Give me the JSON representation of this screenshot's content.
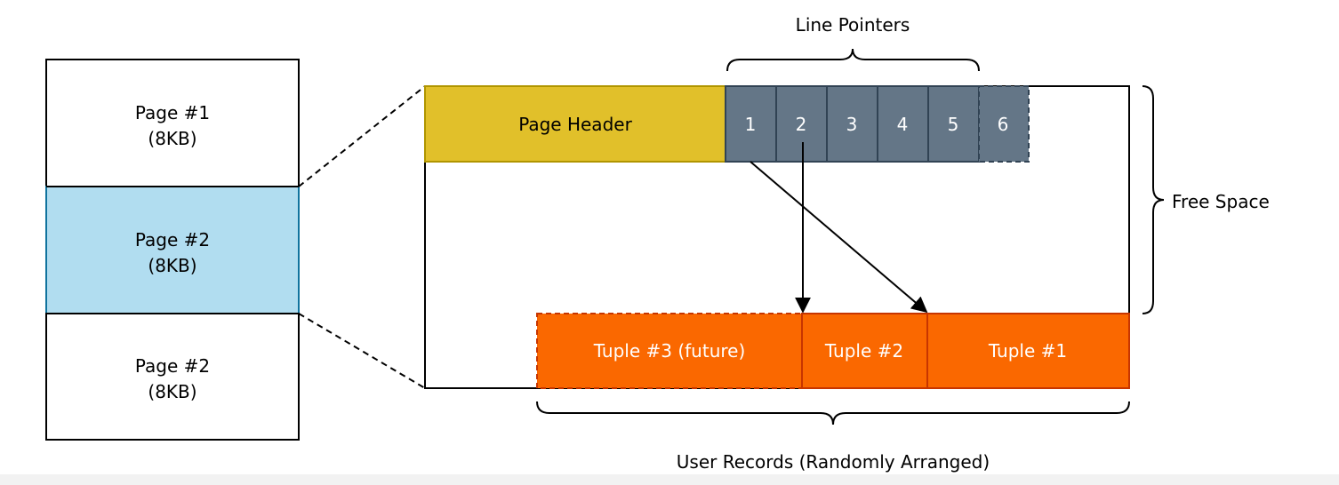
{
  "pages": [
    {
      "label": "Page #1",
      "size": "(8KB)",
      "fill": "#ffffff"
    },
    {
      "label": "Page #2",
      "size": "(8KB)",
      "fill": "#b1ddf0"
    },
    {
      "label": "Page #2",
      "size": "(8KB)",
      "fill": "#ffffff"
    }
  ],
  "page_detail": {
    "header_label": "Page Header",
    "line_pointers_label": "Line Pointers",
    "free_space_label": "Free Space",
    "user_records_label": "User Records (Randomly Arranged)",
    "pointers": [
      "1",
      "2",
      "3",
      "4",
      "5",
      "6"
    ],
    "future_pointer": "6",
    "tuples": [
      {
        "label": "Tuple #3 (future)",
        "future": true
      },
      {
        "label": "Tuple #2",
        "future": false
      },
      {
        "label": "Tuple #1",
        "future": false
      }
    ],
    "arrows": [
      {
        "from_pointer": "1",
        "to_tuple": "Tuple #1"
      },
      {
        "from_pointer": "2",
        "to_tuple": "Tuple #2"
      }
    ]
  },
  "colors": {
    "header_fill": "#e1c02a",
    "pointer_fill": "#647687",
    "pointer_stroke": "#314354",
    "tuple_fill": "#fa6800",
    "tuple_stroke": "#c73500",
    "selected_page_fill": "#b1ddf0",
    "selected_page_stroke": "#10739e"
  }
}
